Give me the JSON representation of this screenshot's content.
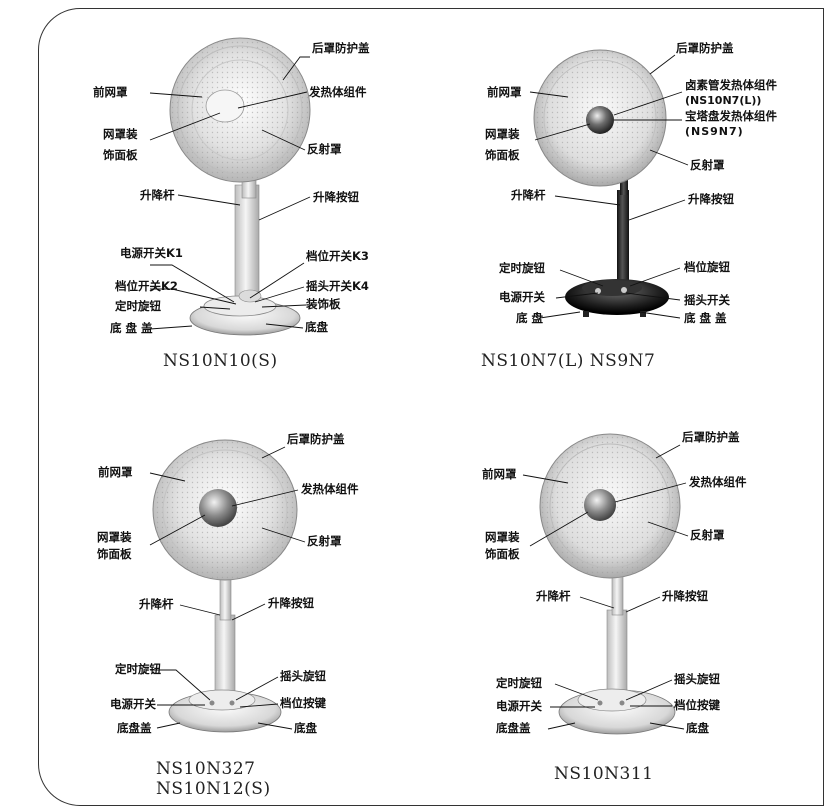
{
  "panels": [
    {
      "model": [
        "NS10N10(S)"
      ],
      "labels": {
        "rear_cover": "后罩防护盖",
        "front_grille": "前网罩",
        "heater": "发热体组件",
        "trim": [
          "网罩装",
          "饰面板"
        ],
        "reflector": "反射罩",
        "pole": "升降杆",
        "lift_knob": "升降按钮",
        "power_switch": "电源开关K1",
        "gear_k3": "档位开关K3",
        "gear_k2": "档位开关K2",
        "swing_k4": "摇头开关K4",
        "timer": "定时旋钮",
        "deco": "装饰板",
        "base_cover": "底  盘  盖",
        "base": "底盘"
      }
    },
    {
      "model": [
        "NS10N7(L) NS9N7"
      ],
      "labels": {
        "rear_cover": "后罩防护盖",
        "front_grille": "前网罩",
        "halogen": [
          "卤素管发热体组件",
          "(NS10N7(L))"
        ],
        "pagoda": [
          "宝塔盘发热体组件",
          "(NS9N7)"
        ],
        "trim": [
          "网罩装",
          "饰面板"
        ],
        "reflector": "反射罩",
        "pole": "升降杆",
        "lift_knob": "升降按钮",
        "timer": "定时旋钮",
        "gear": "档位旋钮",
        "power_switch": "电源开关",
        "swing": "摇头开关",
        "base": "底     盘",
        "base_cover": "底  盘  盖"
      }
    },
    {
      "model": [
        "NS10N327",
        "NS10N12(S)"
      ],
      "labels": {
        "rear_cover": "后罩防护盖",
        "front_grille": "前网罩",
        "heater": "发热体组件",
        "trim": [
          "网罩装",
          "饰面板"
        ],
        "reflector": "反射罩",
        "pole": "升降杆",
        "lift_knob": "升降按钮",
        "timer": "定时旋钮",
        "swing": "摇头旋钮",
        "power_switch": "电源开关",
        "gear": "档位按键",
        "base_cover": "底盘盖",
        "base": "底盘"
      }
    },
    {
      "model": [
        "NS10N311"
      ],
      "labels": {
        "rear_cover": "后罩防护盖",
        "front_grille": "前网罩",
        "heater": "发热体组件",
        "trim": [
          "网罩装",
          "饰面板"
        ],
        "reflector": "反射罩",
        "pole": "升降杆",
        "lift_knob": "升降按钮",
        "timer": "定时旋钮",
        "swing": "摇头旋钮",
        "power_switch": "电源开关",
        "gear": "档位按键",
        "base_cover": "底盘盖",
        "base": "底盘"
      }
    }
  ],
  "colors": {
    "grille_light": "#e9e9e9",
    "grille_mid": "#c9c9c9",
    "pole_light": "#dcdcdc",
    "dark_base": "#1a1a1a",
    "outline": "#333333"
  }
}
